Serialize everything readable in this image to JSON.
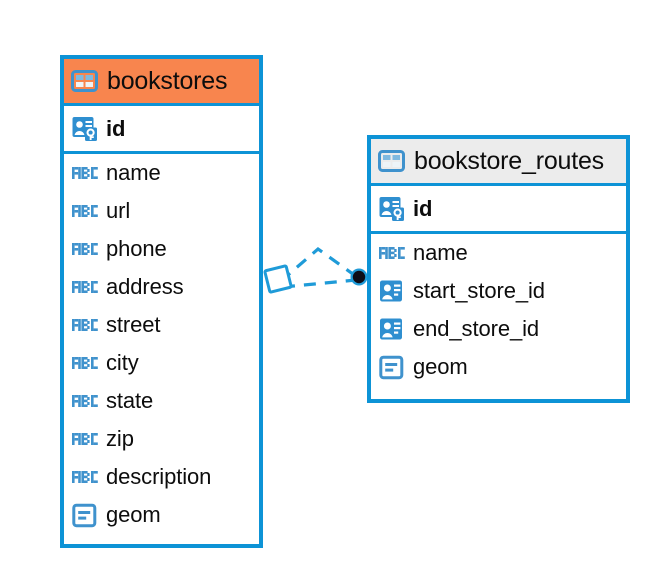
{
  "diagram": {
    "kind": "entity-relationship-diagram",
    "background": "#ffffff",
    "colors": {
      "border_blue": "#0d93d6",
      "icon_blue": "#2f8fd0",
      "header_accent_orange": "#f8854e",
      "header_neutral_gray": "#ececec",
      "text": "#0d0d0d",
      "connector_blue": "#0d93d6",
      "endpoint_fill": "#0a0a14"
    }
  },
  "entities": [
    {
      "name": "bookstores",
      "header_style": "accent",
      "table_icon": "table-icon",
      "primary_key": {
        "label": "id",
        "icon": "primary-key-icon",
        "type": "key"
      },
      "fields": [
        {
          "label": "name",
          "icon": "text-type-icon",
          "type": "ABC"
        },
        {
          "label": "url",
          "icon": "text-type-icon",
          "type": "ABC"
        },
        {
          "label": "phone",
          "icon": "text-type-icon",
          "type": "ABC"
        },
        {
          "label": "address",
          "icon": "text-type-icon",
          "type": "ABC"
        },
        {
          "label": "street",
          "icon": "text-type-icon",
          "type": "ABC"
        },
        {
          "label": "city",
          "icon": "text-type-icon",
          "type": "ABC"
        },
        {
          "label": "state",
          "icon": "text-type-icon",
          "type": "ABC"
        },
        {
          "label": "zip",
          "icon": "text-type-icon",
          "type": "ABC"
        },
        {
          "label": "description",
          "icon": "text-type-icon",
          "type": "ABC"
        },
        {
          "label": "geom",
          "icon": "geometry-type-icon",
          "type": "geometry"
        }
      ]
    },
    {
      "name": "bookstore_routes",
      "header_style": "neutral",
      "table_icon": "table-icon",
      "primary_key": {
        "label": "id",
        "icon": "primary-key-icon",
        "type": "key"
      },
      "fields": [
        {
          "label": "name",
          "icon": "text-type-icon",
          "type": "ABC"
        },
        {
          "label": "start_store_id",
          "icon": "foreign-key-icon",
          "type": "reference"
        },
        {
          "label": "end_store_id",
          "icon": "foreign-key-icon",
          "type": "reference"
        },
        {
          "label": "geom",
          "icon": "geometry-type-icon",
          "type": "geometry"
        }
      ]
    }
  ],
  "relationship": {
    "name": "bookstores-to-bookstore-routes",
    "line_style": "dashed",
    "source_endpoint": "diamond-handle",
    "target_endpoint": "filled-circle-handle"
  }
}
